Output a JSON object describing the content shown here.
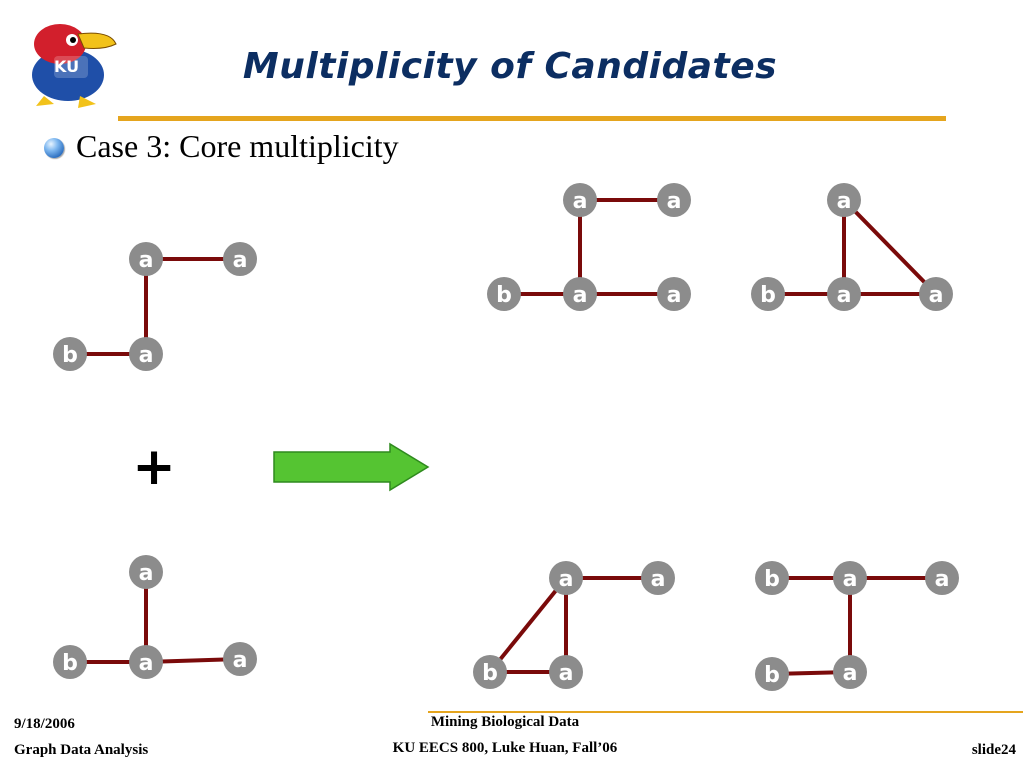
{
  "slide": {
    "title": "Multiplicity of Candidates",
    "bullet": "Case 3: Core multiplicity"
  },
  "logo": {
    "text": "KU"
  },
  "operator": {
    "plus": "+"
  },
  "footer": {
    "date": "9/18/2006",
    "left_title": "Graph Data Analysis",
    "center_line1": "Mining Biological Data",
    "center_line2": "KU EECS 800, Luke Huan, Fall’06",
    "slide_number": "slide24"
  },
  "graphs": {
    "input1": {
      "labels": [
        "a",
        "a",
        "b",
        "a"
      ]
    },
    "input2": {
      "labels": [
        "a",
        "b",
        "a",
        "a"
      ]
    },
    "result1": {
      "labels": [
        "a",
        "a",
        "b",
        "a",
        "a"
      ]
    },
    "result2": {
      "labels": [
        "a",
        "b",
        "a",
        "a"
      ]
    },
    "result3": {
      "labels": [
        "a",
        "a",
        "b",
        "a"
      ]
    },
    "result4": {
      "labels": [
        "b",
        "a",
        "a",
        "b",
        "a"
      ]
    }
  },
  "colors": {
    "title": "#0c2e62",
    "rule": "#e5a51e",
    "edge": "#7a0a0a",
    "node": "#8c8c8c",
    "arrow": "#55c432"
  }
}
